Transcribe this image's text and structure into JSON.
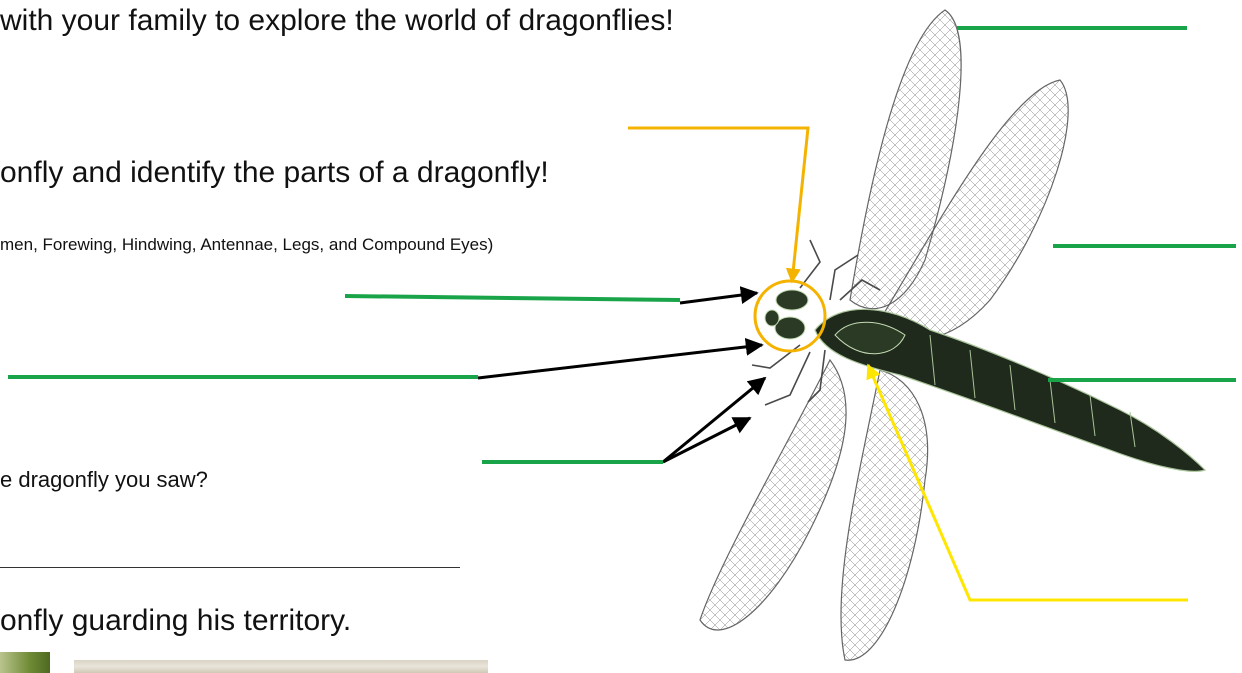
{
  "worksheet": {
    "intro_line": "with your family to explore the world of dragonflies!",
    "identify_prompt": "onfly and identify the parts of a dragonfly!",
    "parts_hint": "men, Forewing, Hindwing,  Antennae, Legs, and Compound Eyes)",
    "question": "e dragonfly you saw?",
    "activity_line": "onfly guarding his territory."
  },
  "colors": {
    "label_line": "#1aa44a",
    "head_marker": "#f5b301",
    "thorax_marker": "#ffe600",
    "pointer_arrow": "#000000",
    "dragonfly_body": "#1f2a1c",
    "dragonfly_veins": "#a9c49a"
  },
  "figure": {
    "illustration": "dragonfly-diagram",
    "blank_labels_count": 8
  }
}
